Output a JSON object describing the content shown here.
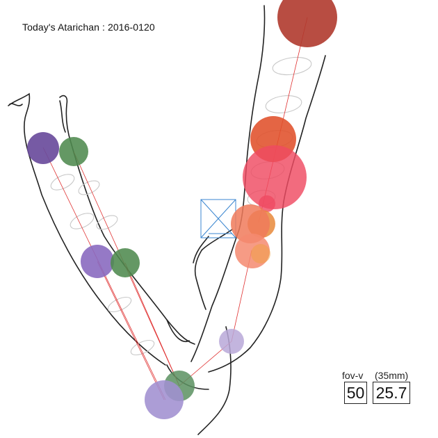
{
  "title": "Today's Atarichan : 2016-0120",
  "fov": {
    "label": "fov-v",
    "lens_label": "(35mm)",
    "value_1": "50",
    "value_2": "25.7"
  },
  "colors": {
    "purple": "#6a4c9c",
    "green": "#4e8a4e",
    "light_purple": "#9a86cc",
    "brown_red": "#b03a2e",
    "orange_red": "#e0502a",
    "pink": "#ef4a62",
    "salmon": "#f07a5a",
    "guide_line": "#e03030",
    "camera": "#3a86d0"
  }
}
